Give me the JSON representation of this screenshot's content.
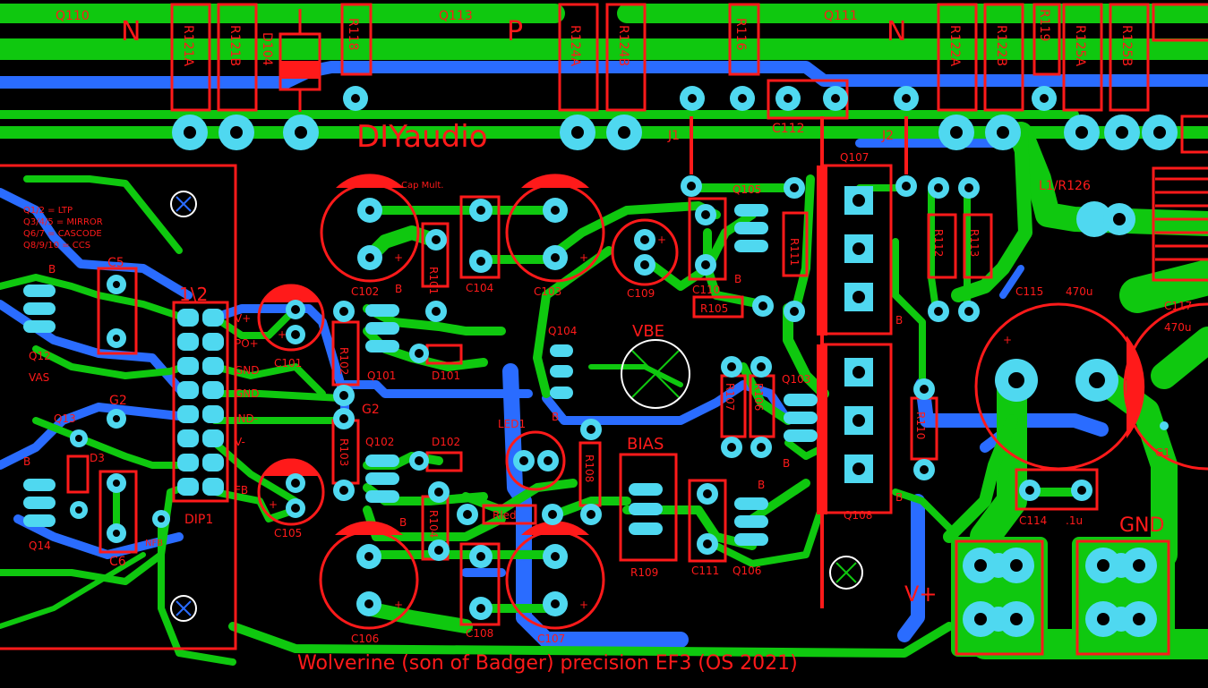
{
  "colors": {
    "background": "#000000",
    "top_copper": "#0fc80f",
    "bottom_copper": "#2a6cff",
    "silkscreen": "#ff1a1a",
    "pads": "#4fd8f0"
  },
  "board": {
    "watermark": "DIYaudio",
    "footer_title": "Wolverine (son of Badger) precision EF3 (OS 2021)"
  },
  "top_labels": {
    "q110": "Q110",
    "n1": "N",
    "q113": "Q113",
    "p": "P",
    "q111": "Q111",
    "n2": "N",
    "r121a": "R121A",
    "r121b": "R121B",
    "d104": "D104",
    "r118": "R118",
    "r124a": "R124A",
    "r124b": "R124B",
    "r116": "R116",
    "r122a": "R122A",
    "r122b": "R122B",
    "r119": "R119",
    "r125a": "R125A",
    "r125b": "R125B",
    "j1": "J1",
    "j2": "J2",
    "c112": "C112",
    "l1": "L1/R126"
  },
  "notes": [
    "Q1/2 = LTP",
    "Q3/4/5 = MIRROR",
    "Q6/7 = CASCODE",
    "Q8/9/10 = CCS"
  ],
  "left_labels": {
    "c5": "C5",
    "q12": "Q12",
    "vas": "VAS",
    "g2a": "G2",
    "q13": "Q13",
    "d3": "D3",
    "c6": "C6",
    "q14": "Q14",
    "nfb": "NFB",
    "dip1": "DIP1",
    "dip_pins": "1\\2",
    "b1": "B",
    "b2": "B",
    "b3": "B",
    "b4": "B"
  },
  "connector_labels": [
    "V+",
    "PO+",
    "GND",
    "GND",
    "IND-",
    "V-",
    "FB"
  ],
  "center_labels": {
    "cap_mult": "Cap Mult.",
    "c102": "C102",
    "b_c102": "B",
    "r101": "R101",
    "c104": "C104",
    "c103": "C103",
    "c109": "C109",
    "c110": "C110",
    "b_c110": "B",
    "q105": "Q105",
    "r105": "R105",
    "r111": "R111",
    "c101": "C101",
    "r102": "R102",
    "q101": "Q101",
    "d101": "D101",
    "g2": "G2",
    "q104": "Q104",
    "b_q104": "B",
    "vbe": "VBE",
    "led01": "LED1",
    "r108": "R108",
    "bias": "BIAS",
    "r109": "R109",
    "c111": "C111",
    "q106": "Q106",
    "b_q106": "B",
    "r107": "R107",
    "r106": "R106",
    "q103": "Q103",
    "b_q103": "B",
    "q102": "Q102",
    "d102": "D102",
    "b_q102": "B",
    "r103": "R103",
    "r104": "R104",
    "rled": "Rled",
    "c105": "C105",
    "c106": "C106",
    "c108": "C108",
    "c107": "C107"
  },
  "right_labels": {
    "q107": "Q107",
    "b_q107": "B",
    "q108": "Q108",
    "b_q108": "B",
    "r112": "R112",
    "r113": "R113",
    "r110": "R110",
    "c115": "C115",
    "c115_val": "470u",
    "c117": "C117",
    "c117_val": "470u",
    "g1": "G1",
    "c114": "C114",
    "c114_val": ".1u",
    "gnd": "GND",
    "vplus": "V+"
  },
  "polarity": {
    "plus": "+"
  }
}
